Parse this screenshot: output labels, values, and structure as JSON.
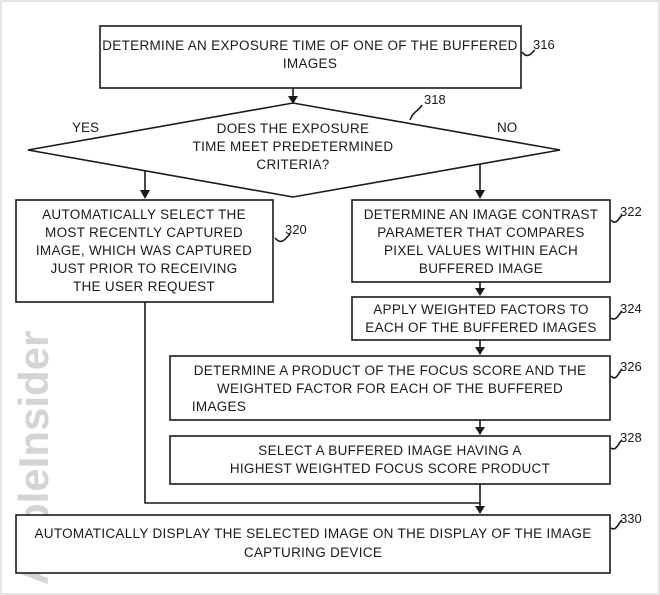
{
  "watermark": "AppleInsider",
  "steps": {
    "s316": {
      "lines": [
        "DETERMINE AN EXPOSURE TIME OF ONE OF THE BUFFERED",
        "IMAGES"
      ],
      "ref": "316"
    },
    "s318": {
      "lines": [
        "DOES THE EXPOSURE",
        "TIME MEET PREDETERMINED",
        "CRITERIA?"
      ],
      "ref": "318"
    },
    "s320": {
      "lines": [
        "AUTOMATICALLY SELECT THE",
        "MOST RECENTLY CAPTURED",
        "IMAGE, WHICH WAS CAPTURED",
        "JUST PRIOR TO RECEIVING",
        "THE USER REQUEST"
      ],
      "ref": "320"
    },
    "s322": {
      "lines": [
        "DETERMINE AN IMAGE CONTRAST",
        "PARAMETER THAT COMPARES",
        "PIXEL VALUES WITHIN EACH",
        "BUFFERED IMAGE"
      ],
      "ref": "322"
    },
    "s324": {
      "lines": [
        "APPLY WEIGHTED FACTORS TO",
        "EACH OF THE BUFFERED IMAGES"
      ],
      "ref": "324"
    },
    "s326": {
      "lines": [
        "DETERMINE A PRODUCT OF THE FOCUS SCORE AND THE",
        "WEIGHTED FACTOR FOR EACH OF THE  BUFFERED",
        "IMAGES"
      ],
      "ref": "326"
    },
    "s328": {
      "lines": [
        "SELECT A BUFFERED IMAGE HAVING A",
        "HIGHEST WEIGHTED FOCUS SCORE PRODUCT"
      ],
      "ref": "328"
    },
    "s330": {
      "lines": [
        "AUTOMATICALLY DISPLAY THE SELECTED IMAGE ON THE DISPLAY OF THE IMAGE",
        "CAPTURING DEVICE"
      ],
      "ref": "330"
    }
  },
  "branches": {
    "yes": "YES",
    "no": "NO"
  }
}
